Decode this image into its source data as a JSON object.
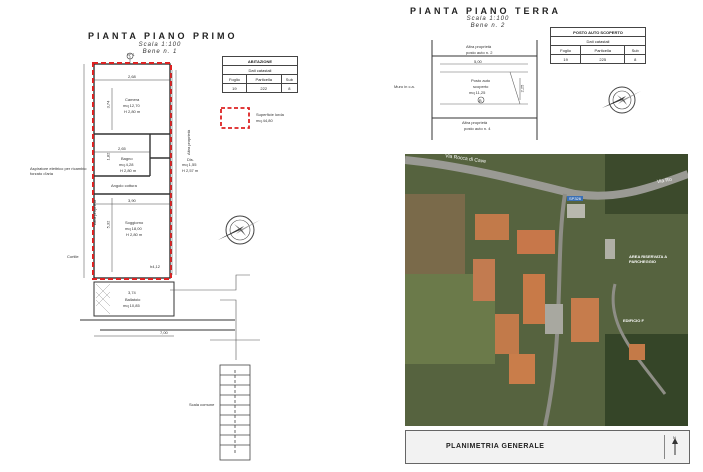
{
  "left_plan": {
    "title": "PIANTA PIANO PRIMO",
    "scale": "Scala 1:100",
    "ref": "Bene n. 1",
    "info_title": "ABITAZIONE",
    "info_sub": "Dati catastali",
    "info_headers": [
      "Foglio",
      "Particella",
      "Sub"
    ],
    "info_values": [
      "19",
      "222",
      "8"
    ],
    "legend_label": "Superficie lorda",
    "legend_value": "mq 44,80",
    "rooms": {
      "camera": "Camera",
      "camera_area": "mq 12,70",
      "camera_h": "H 2,80 m",
      "bagno": "Bagno",
      "bagno_area": "mq 4,28",
      "bagno_h": "H 2,80 m",
      "angolo": "Angolo cottura",
      "soggiorno": "Soggiorno",
      "soggiorno_area": "mq 18,00",
      "soggiorno_h": "H 2,80 m",
      "ballatoio": "Ballatoio",
      "ballatoio_area": "mq 10,85",
      "dis": "Dis.",
      "dis_area": "mq 1,55",
      "dis_h": "H 2,57 m"
    },
    "dims": {
      "top": "2,68",
      "mid": "2,65",
      "width": "3,90",
      "total": "7,00",
      "balc": "3,74",
      "h1": "3,74",
      "h2": "1,82",
      "h3": "5,32",
      "h4": "h4,12"
    },
    "notes": {
      "aspiratore": "Aspiratore elettrico per ricambio forzato d'aria",
      "altra_prop_left": "Altra proprietà",
      "altra_prop_right": "Altra proprietà",
      "cortile": "Cortile",
      "scala": "Scala comune",
      "num": "Nº 1"
    }
  },
  "right_plan": {
    "title": "PIANTA PIANO TERRA",
    "scale": "Scala 1:100",
    "ref": "Bene n. 2",
    "info_title": "POSTO AUTO SCOPERTO",
    "info_sub": "Dati catastali",
    "info_headers": [
      "Foglio",
      "Particella",
      "Sub"
    ],
    "info_values": [
      "19",
      "225",
      "8"
    ],
    "altra_top": "Altra proprietà",
    "posto_top": "posto auto n. 2",
    "dim_w": "5,00",
    "posto_label": "Posto auto",
    "posto_type": "scoperto",
    "posto_area": "mq 11,25",
    "posto_num": "B",
    "dim_h": "2,25",
    "altra_bottom": "Altra proprietà",
    "posto_bottom": "posto auto n. 4",
    "muro": "Muro in c.a."
  },
  "map": {
    "road_name": "Via Rocca di Cave",
    "road_name_2": "Via Ro",
    "road_code": "SP326",
    "area_label": "AREA RISERVATA A PARCHEGGIO",
    "building_label": "EDIFICIO F",
    "footer_title": "PLANIMETRIA GENERALE",
    "north": "N"
  }
}
